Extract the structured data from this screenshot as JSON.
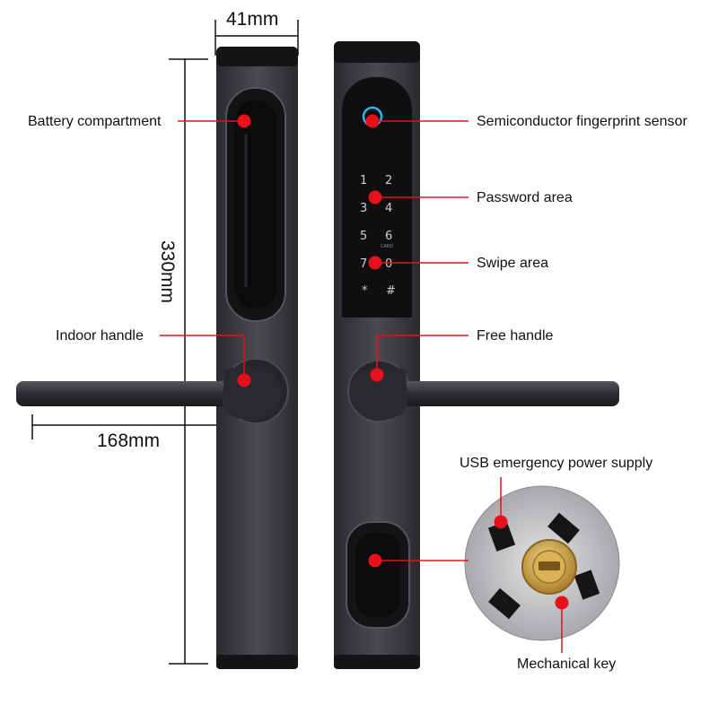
{
  "dimensions": {
    "width": "41mm",
    "height": "330mm",
    "handle_length": "168mm"
  },
  "callouts": {
    "battery_compartment": "Battery compartment",
    "indoor_handle": "Indoor handle",
    "fingerprint_sensor": "Semiconductor fingerprint sensor",
    "password_area": "Password area",
    "swipe_area": "Swipe area",
    "free_handle": "Free handle",
    "usb_power": "USB emergency power supply",
    "mechanical_key": "Mechanical key"
  },
  "keypad": {
    "keys": [
      "1",
      "2",
      "3",
      "4",
      "5",
      "6",
      "7",
      "0",
      "*",
      "#"
    ],
    "card_mark": "CARD"
  },
  "colors": {
    "callout": "#e8101a",
    "body_dark": "#3a3a3f",
    "panel_black": "#101012",
    "fingerprint_ring": "#2fb6e8",
    "brass_key": "#c9a24a"
  }
}
